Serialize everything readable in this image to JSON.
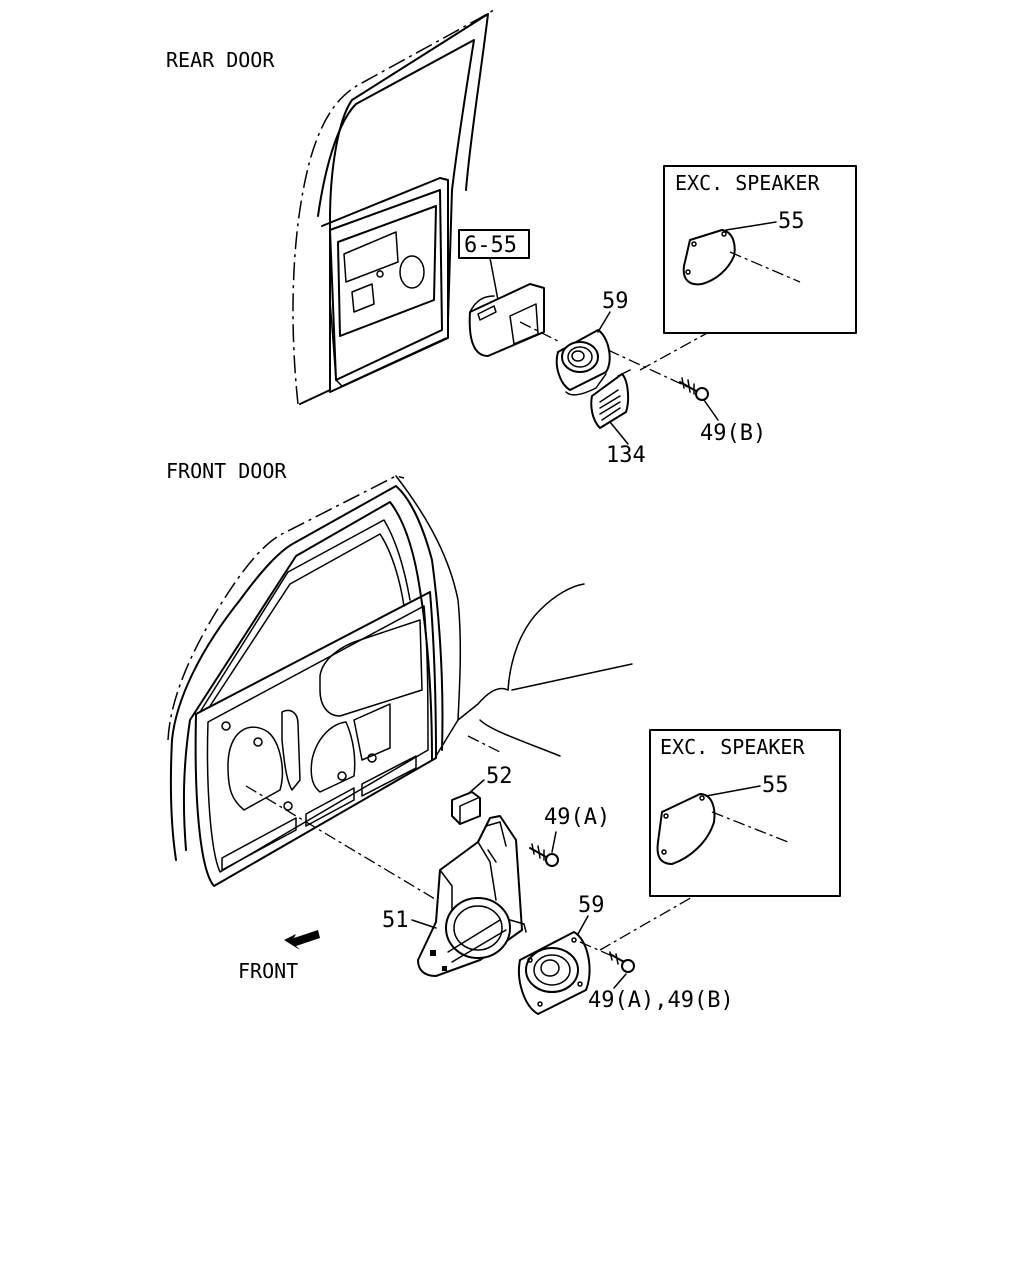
{
  "sections": {
    "rear_door": "REAR DOOR",
    "front_door": "FRONT DOOR"
  },
  "insets": {
    "rear": {
      "title": "EXC. SPEAKER",
      "part": "55"
    },
    "front": {
      "title": "EXC. SPEAKER",
      "part": "55"
    }
  },
  "rear_parts": {
    "ref": "6-55",
    "speaker": "59",
    "screw": "49(B)",
    "grille": "134"
  },
  "front_parts": {
    "clip": "52",
    "screw": "49(A)",
    "bracket": "51",
    "speaker": "59",
    "screws": "49(A),49(B)"
  },
  "front_arrow": {
    "label": "FRONT",
    "icon": "front-arrow-icon"
  }
}
